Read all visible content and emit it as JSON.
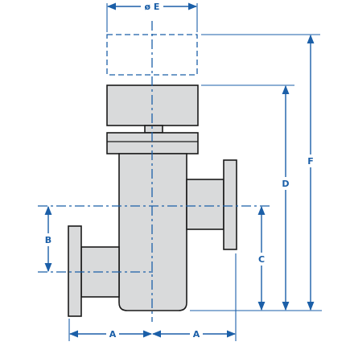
{
  "diagram": {
    "labels": {
      "E": "ø E",
      "F": "F",
      "D": "D",
      "C": "C",
      "B": "B",
      "A_left": "A",
      "A_right": "A"
    },
    "colors": {
      "part_fill": "#d9dadb",
      "outline": "#1a1a1a",
      "dimension": "#1b5fa8"
    }
  }
}
